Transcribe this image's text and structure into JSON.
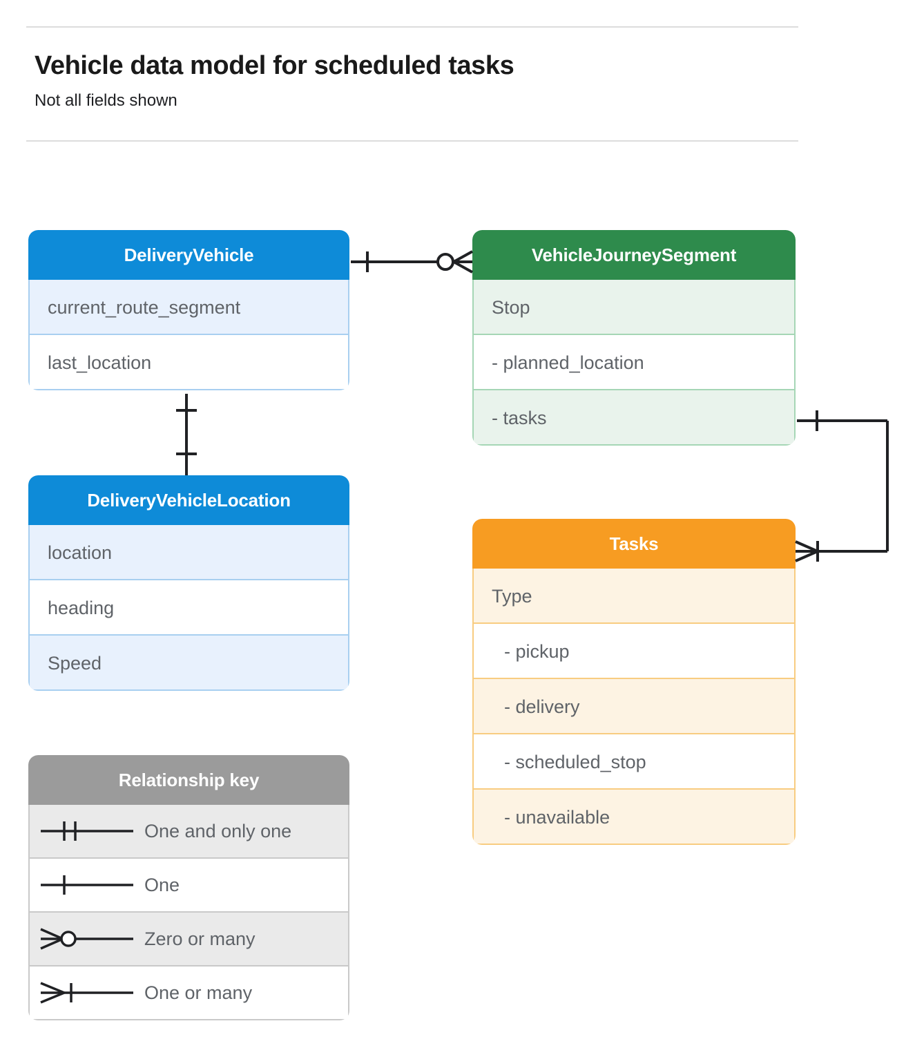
{
  "header": {
    "title": "Vehicle data model for scheduled tasks",
    "subtitle": "Not all fields shown"
  },
  "colors": {
    "blue_header": "#0E8BD8",
    "blue_row_alt": "#E8F1FD",
    "blue_border": "#a8cff0",
    "green_header": "#2E8B4C",
    "green_row_alt": "#E9F3EC",
    "green_border": "#a5d6b5",
    "orange_header": "#F79C22",
    "orange_row_alt": "#FDF3E3",
    "orange_border": "#f8cc80",
    "grey_header": "#9B9B9B",
    "grey_row_alt": "#EAEAEA",
    "grey_border": "#c9c9c9",
    "line": "#202124",
    "rule": "#dcdcdc",
    "text": "#5f6368"
  },
  "entities": {
    "delivery_vehicle": {
      "name": "DeliveryVehicle",
      "fields": [
        {
          "label": "current_route_segment"
        },
        {
          "label": "last_location"
        }
      ]
    },
    "vehicle_journey_segment": {
      "name": "VehicleJourneySegment",
      "fields": [
        {
          "label": "Stop"
        },
        {
          "label": "-  planned_location"
        },
        {
          "label": "- tasks"
        }
      ]
    },
    "delivery_vehicle_location": {
      "name": "DeliveryVehicleLocation",
      "fields": [
        {
          "label": "location"
        },
        {
          "label": "heading"
        },
        {
          "label": "Speed"
        }
      ]
    },
    "tasks": {
      "name": "Tasks",
      "fields": [
        {
          "label": "Type"
        },
        {
          "label": "-  pickup"
        },
        {
          "label": "-  delivery"
        },
        {
          "label": "-  scheduled_stop"
        },
        {
          "label": "-  unavailable"
        }
      ]
    }
  },
  "legend": {
    "title": "Relationship key",
    "items": [
      {
        "symbol": "one-and-only-one",
        "label": "One and only one"
      },
      {
        "symbol": "one",
        "label": "One"
      },
      {
        "symbol": "zero-or-many",
        "label": "Zero or many"
      },
      {
        "symbol": "one-or-many",
        "label": "One or many"
      }
    ]
  },
  "relationships": [
    {
      "from": "DeliveryVehicle",
      "to": "VehicleJourneySegment",
      "from_cardinality": "one",
      "to_cardinality": "zero-or-many"
    },
    {
      "from": "DeliveryVehicle",
      "to": "DeliveryVehicleLocation",
      "from_cardinality": "one",
      "to_cardinality": "one"
    },
    {
      "from": "VehicleJourneySegment.tasks",
      "to": "Tasks",
      "from_cardinality": "one",
      "to_cardinality": "one-or-many"
    }
  ]
}
